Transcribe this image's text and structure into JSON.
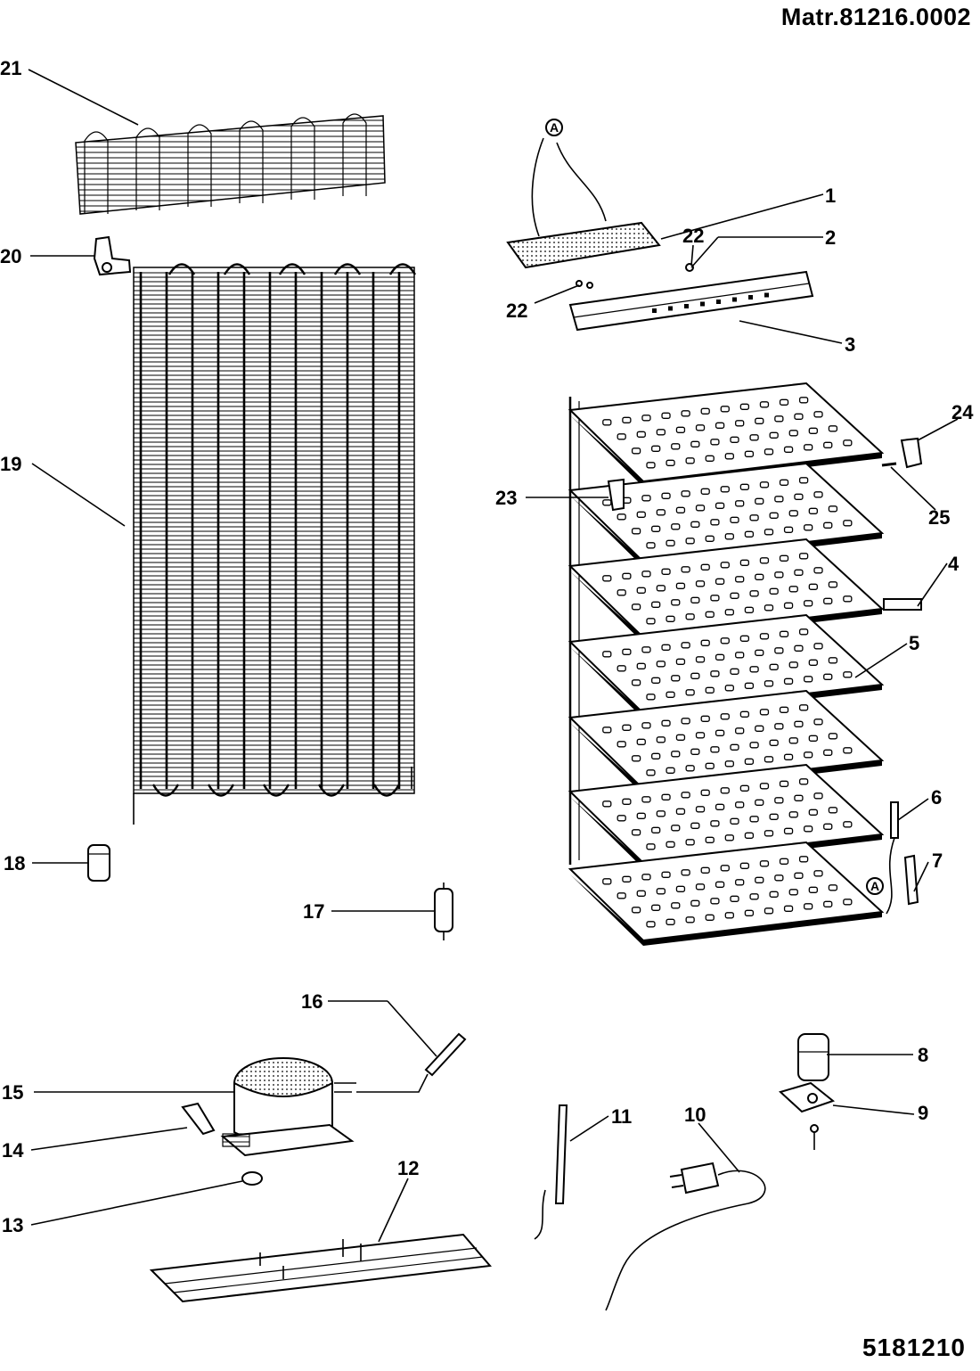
{
  "header": {
    "matr": "Matr.81216.0002"
  },
  "footer": {
    "code": "5181210"
  },
  "callouts": {
    "c1": "1",
    "c2": "2",
    "c3": "3",
    "c4": "4",
    "c5": "5",
    "c6": "6",
    "c7": "7",
    "c8": "8",
    "c9": "9",
    "c10": "10",
    "c11": "11",
    "c12": "12",
    "c13": "13",
    "c14": "14",
    "c15": "15",
    "c16": "16",
    "c17": "17",
    "c18": "18",
    "c19": "19",
    "c20": "20",
    "c21": "21",
    "c22a": "22",
    "c22b": "22",
    "c23": "23",
    "c24": "24",
    "c25": "25"
  },
  "refs": {
    "a_top": "A",
    "a_bottom": "A"
  }
}
